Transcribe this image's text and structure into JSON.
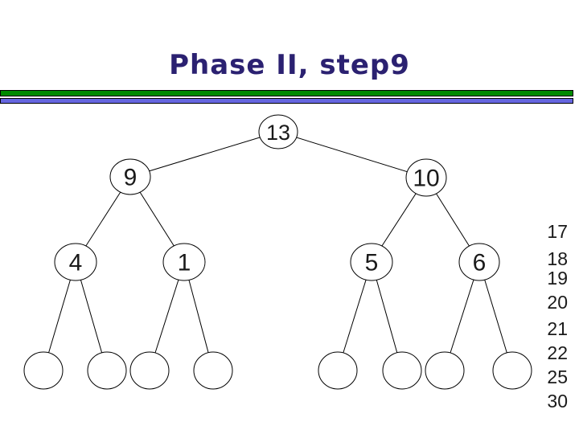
{
  "slide": {
    "title": "Phase II, step9",
    "colors": {
      "title_text": "#2b2171",
      "divider_green": "#008a00",
      "divider_blue": "#6666e0",
      "tree_line": "#000000",
      "node_fill": "#ffffff",
      "node_text": "#1a1a1a"
    }
  },
  "tree": {
    "root": "13",
    "level2": [
      "9",
      "10"
    ],
    "level3": [
      "4",
      "1",
      "5",
      "6"
    ],
    "leaves": [
      "",
      "",
      "",
      "",
      "",
      "",
      "",
      ""
    ],
    "edges": [
      "13-9",
      "13-10",
      "9-4",
      "9-1",
      "10-5",
      "10-6",
      "4-leaf1",
      "4-leaf2",
      "1-leaf3",
      "1-leaf4",
      "5-leaf5",
      "5-leaf6",
      "6-leaf7",
      "6-leaf8"
    ]
  },
  "side_numbers": {
    "values": [
      "17",
      "18",
      "19",
      "20",
      "21",
      "22",
      "25",
      "30"
    ]
  }
}
